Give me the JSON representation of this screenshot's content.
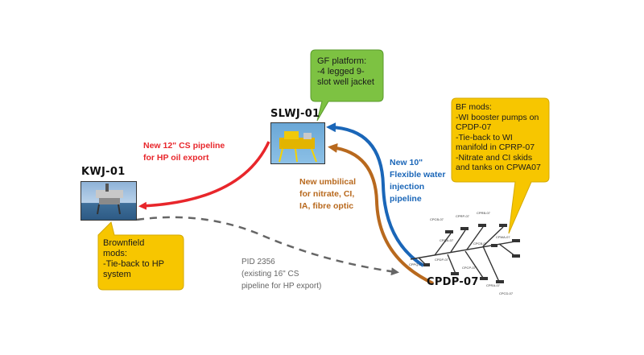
{
  "platforms": {
    "kwj": "KWJ-01",
    "slwj": "SLWJ-01",
    "cpdp": "CPDP-07"
  },
  "callouts": {
    "gf_platform": "GF platform:\n-4 legged 9-\nslot well jacket",
    "bf_mods": "BF mods:\n-WI booster pumps on\nCPDP-07\n-Tie-back to WI\nmanifold in CPRP-07\n-Nitrate and CI skids\nand tanks on CPWA07",
    "brownfield_mods": "Brownfield\nmods:\n-Tie-back to HP\nsystem"
  },
  "routes": {
    "oil_export": {
      "label": "New 12\" CS pipeline\nfor HP oil export",
      "color": "#e8262b"
    },
    "umbilical": {
      "label": "New umbilical\nfor nitrate, CI,\nIA, fibre optic",
      "color": "#b8691e"
    },
    "water_injection": {
      "label": "New 10\"\nFlexible water\ninjection\npipeline",
      "color": "#1a66b8"
    },
    "existing": {
      "label": "PID 2356\n(existing 16\" CS\npipeline for HP export)",
      "color": "#666666"
    }
  },
  "cluster_labels": [
    "CPCB-07",
    "CPRP-07",
    "CPRB-07",
    "CPQA-07",
    "CPCB-07",
    "CPWA-07",
    "CPPQ-07",
    "CPDP-07",
    "CPCP-07",
    "CPRA-07",
    "CPCD-07"
  ],
  "colors": {
    "yellow": "#f7c600",
    "green": "#7dc242"
  }
}
